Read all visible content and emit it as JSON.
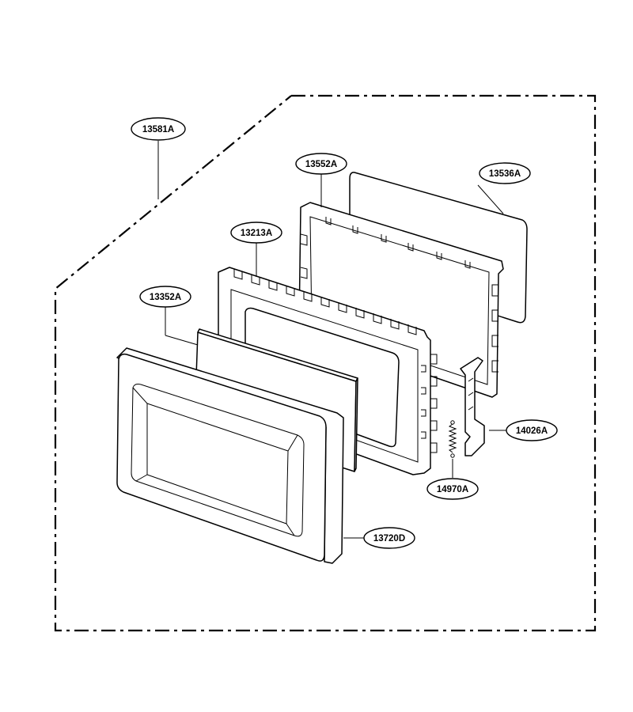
{
  "labels": {
    "frame": "13581A",
    "rear_cover": "13552A",
    "film": "13536A",
    "door_frame": "13213A",
    "glass": "13352A",
    "door_front": "13720D",
    "hook": "14026A",
    "spring": "14970A"
  }
}
